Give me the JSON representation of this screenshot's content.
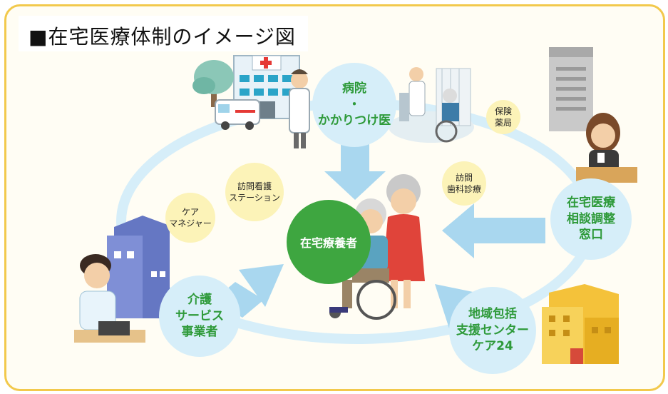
{
  "title": "■在宅医療体制のイメージ図",
  "center": {
    "label": "在宅療養者"
  },
  "nodes": {
    "hospital": "病院\n・\nかかりつけ医",
    "consult": "在宅医療\n相談調整\n窓口",
    "care_service": "介護\nサービス\n事業者",
    "regional": "地域包括\n支援センター\nケア24"
  },
  "minor_nodes": {
    "pharmacy": "保険\n薬局",
    "dental": "訪問\n歯科診療",
    "nursing": "訪問看護\nステーション",
    "care_manager": "ケア\nマネジャー"
  },
  "colors": {
    "frame": "#f2c94c",
    "blue_bubble": "#d6eef9",
    "green": "#3ea640",
    "arrow": "#a9d7ef",
    "yellow_bubble": "#fcf3b8"
  }
}
